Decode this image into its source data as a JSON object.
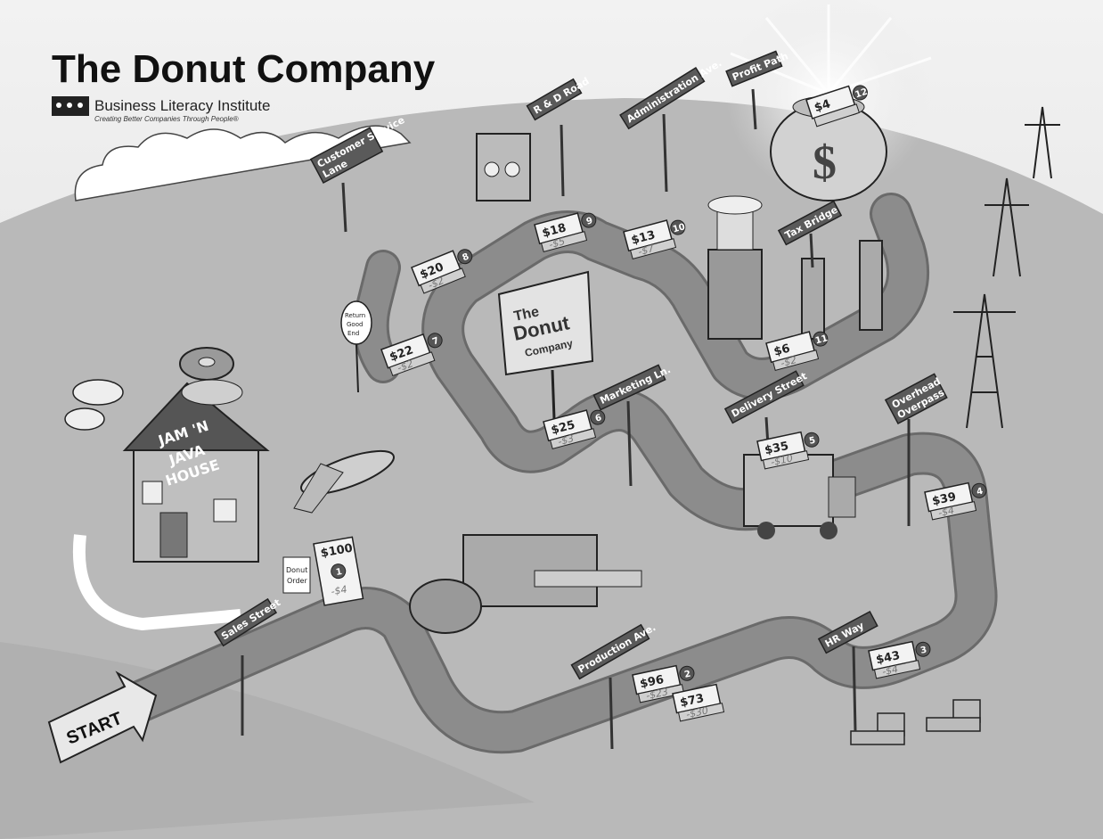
{
  "header": {
    "title": "The Donut Company",
    "subtitle": "Business Literacy Institute",
    "tagline": "Creating Better Companies Through People®"
  },
  "start_label": "START",
  "building": {
    "line1": "JAM 'N",
    "line2": "JAVA",
    "line3": "HOUSE"
  },
  "billboard": {
    "line1": "The",
    "line2": "Donut",
    "line3": "Company"
  },
  "small_signs": {
    "return_sign": [
      "Return",
      "Good",
      "End"
    ],
    "donut_order": [
      "Donut",
      "Order"
    ]
  },
  "street_signs": [
    {
      "id": "sales-street",
      "label": "Sales Street"
    },
    {
      "id": "customer-service-lane",
      "label": "Customer Service Lane"
    },
    {
      "id": "rd-road",
      "label": "R & D Road"
    },
    {
      "id": "administration-ave",
      "label": "Administration Ave."
    },
    {
      "id": "profit-path",
      "label": "Profit Path"
    },
    {
      "id": "tax-bridge",
      "label": "Tax Bridge"
    },
    {
      "id": "marketing-ln",
      "label": "Marketing Ln."
    },
    {
      "id": "delivery-street",
      "label": "Delivery Street"
    },
    {
      "id": "overhead-overpass",
      "label": "Overhead Overpass"
    },
    {
      "id": "production-ave",
      "label": "Production Ave."
    },
    {
      "id": "hr-way",
      "label": "HR Way"
    }
  ],
  "stops": [
    {
      "num": "1",
      "amount": "$100",
      "cost": "-$4"
    },
    {
      "num": "2",
      "amount": "$96",
      "cost": "-$23"
    },
    {
      "num": "",
      "amount": "$73",
      "cost": "-$30"
    },
    {
      "num": "3",
      "amount": "$43",
      "cost": "-$4"
    },
    {
      "num": "4",
      "amount": "$39",
      "cost": "-$4"
    },
    {
      "num": "5",
      "amount": "$35",
      "cost": "-$10"
    },
    {
      "num": "6",
      "amount": "$25",
      "cost": "-$3"
    },
    {
      "num": "7",
      "amount": "$22",
      "cost": "-$2"
    },
    {
      "num": "8",
      "amount": "$20",
      "cost": "-$2"
    },
    {
      "num": "9",
      "amount": "$18",
      "cost": "-$5"
    },
    {
      "num": "10",
      "amount": "$13",
      "cost": "-$7"
    },
    {
      "num": "11",
      "amount": "$6",
      "cost": "-$2"
    },
    {
      "num": "12",
      "amount": "$4",
      "cost": ""
    }
  ],
  "colors": {
    "road": "#8c8c8c",
    "ground": "#b9b9b9",
    "sky": "#e6e6e6",
    "sign": "#5a5a5a",
    "money_bag": "#d2d2d2"
  },
  "icons": [
    "donut-icon",
    "dollar-icon",
    "power-tower-icon",
    "sun-icon",
    "cloud-icon",
    "truck-icon",
    "stove-icon",
    "computer-icon",
    "factory-icon",
    "plane-icon"
  ]
}
